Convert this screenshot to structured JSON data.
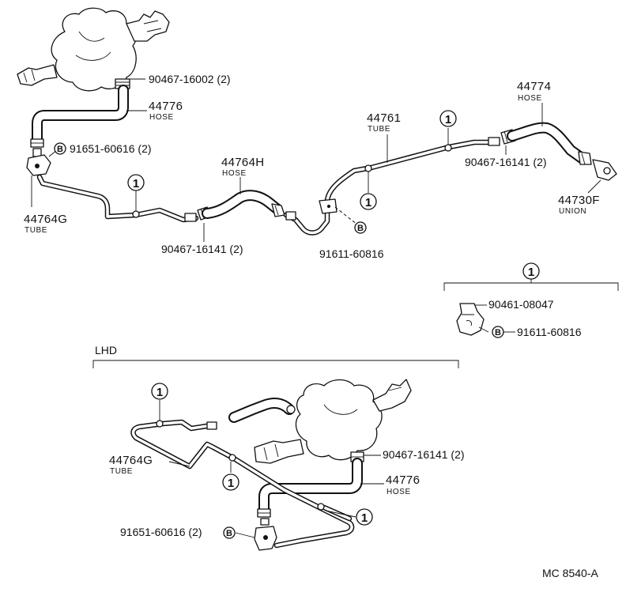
{
  "parts": {
    "clamp_top": "90467-16002 (2)",
    "hose_44776": "44776",
    "hose_44776_sub": "HOSE",
    "screw_91651": "91651-60616 (2)",
    "tube_44764g": "44764G",
    "tube_44764g_sub": "TUBE",
    "hose_44764h": "44764H",
    "hose_44764h_sub": "HOSE",
    "clamp_mid": "90467-16141 (2)",
    "bolt_91611": "91611-60816",
    "tube_44761": "44761",
    "tube_44761_sub": "TUBE",
    "hose_44774": "44774",
    "hose_44774_sub": "HOSE",
    "clamp_right": "90467-16141 (2)",
    "union_44730f": "44730F",
    "union_44730f_sub": "UNION"
  },
  "detail": {
    "callout": "1",
    "clip": "90461-08047",
    "bolt": "91611-60816"
  },
  "lhd": {
    "label": "LHD",
    "tube_44764g": "44764G",
    "tube_44764g_sub": "TUBE",
    "clamp": "90467-16141 (2)",
    "hose_44776": "44776",
    "hose_44776_sub": "HOSE",
    "screw": "91651-60616 (2)"
  },
  "callouts": {
    "one": "1",
    "b": "B"
  },
  "diagram_code": "MC 8540-A"
}
